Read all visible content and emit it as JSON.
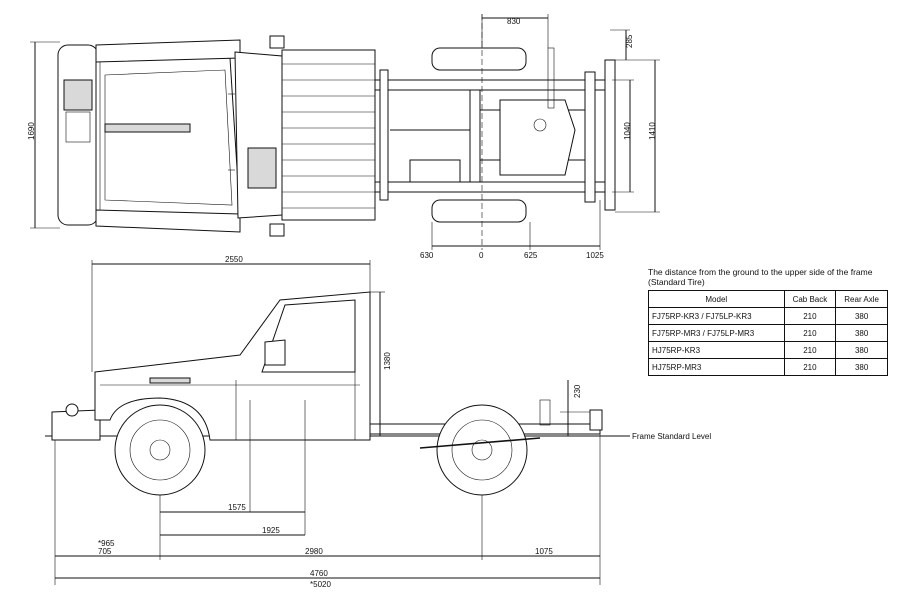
{
  "plan_dims": {
    "d830": "830",
    "d285": "285",
    "d1690": "1690",
    "d1040": "1040",
    "d1410": "1410",
    "d630": "630",
    "d0": "0",
    "d625": "625",
    "d1025": "1025"
  },
  "side_dims": {
    "d2550": "2550",
    "d1380": "1380",
    "d230": "230",
    "d1575": "1575",
    "d1925": "1925",
    "d965": "*965",
    "d705": "705",
    "d2980": "2980",
    "d1075": "1075",
    "d4760": "4760",
    "d5020": "*5020"
  },
  "frame_label": "Frame Standard Level",
  "table": {
    "caption": "The distance from the ground to the upper side of the frame (Standard Tire)",
    "headers": [
      "Model",
      "Cab Back",
      "Rear Axle"
    ],
    "rows": [
      {
        "model": "FJ75RP-KR3 / FJ75LP-KR3",
        "cab_back": "210",
        "rear_axle": "380"
      },
      {
        "model": "FJ75RP-MR3 / FJ75LP-MR3",
        "cab_back": "210",
        "rear_axle": "380"
      },
      {
        "model": "HJ75RP-KR3",
        "cab_back": "210",
        "rear_axle": "380"
      },
      {
        "model": "HJ75RP-MR3",
        "cab_back": "210",
        "rear_axle": "380"
      }
    ]
  }
}
